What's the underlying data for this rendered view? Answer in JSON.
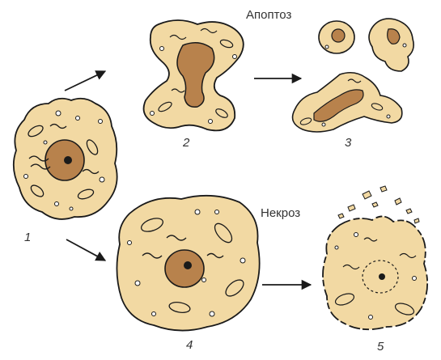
{
  "labels": {
    "apoptosis": "Апоптоз",
    "necrosis": "Некроз"
  },
  "stages": [
    "1",
    "2",
    "3",
    "4",
    "5"
  ],
  "colors": {
    "cytoplasm": "#f2d9a3",
    "nucleus": "#b8824c",
    "outline": "#1a1a1a",
    "arrow": "#1a1a1a"
  }
}
